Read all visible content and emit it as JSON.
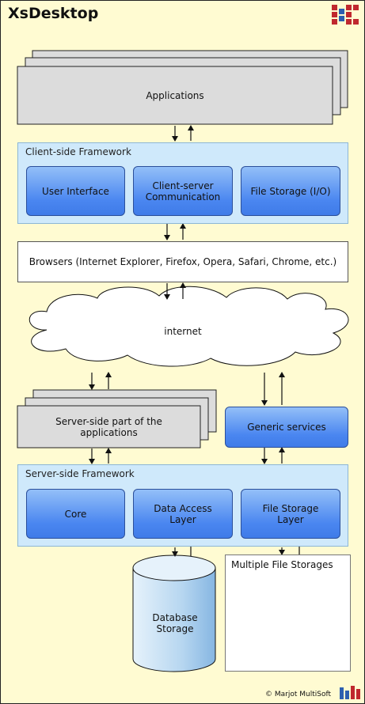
{
  "title": "XsDesktop",
  "applications": "Applications",
  "client_framework": {
    "label": "Client-side Framework",
    "boxes": [
      "User Interface",
      "Client-server Communication",
      "File Storage (I/O)"
    ]
  },
  "browsers": "Browsers (Internet Explorer, Firefox, Opera, Safari, Chrome, etc.)",
  "internet": "internet",
  "server_apps": "Server-side part of the applications",
  "generic_services": "Generic services",
  "server_framework": {
    "label": "Server-side Framework",
    "boxes": [
      "Core",
      "Data Access Layer",
      "File Storage Layer"
    ]
  },
  "database": "Database Storage",
  "file_storages": "Multiple File Storages",
  "copyright": "© Marjot MultiSoft",
  "colors": {
    "background": "#fffbd2",
    "framework": "#cfe9fb",
    "box_blue": "#4a86f0",
    "logo_red": "#c0282e"
  }
}
